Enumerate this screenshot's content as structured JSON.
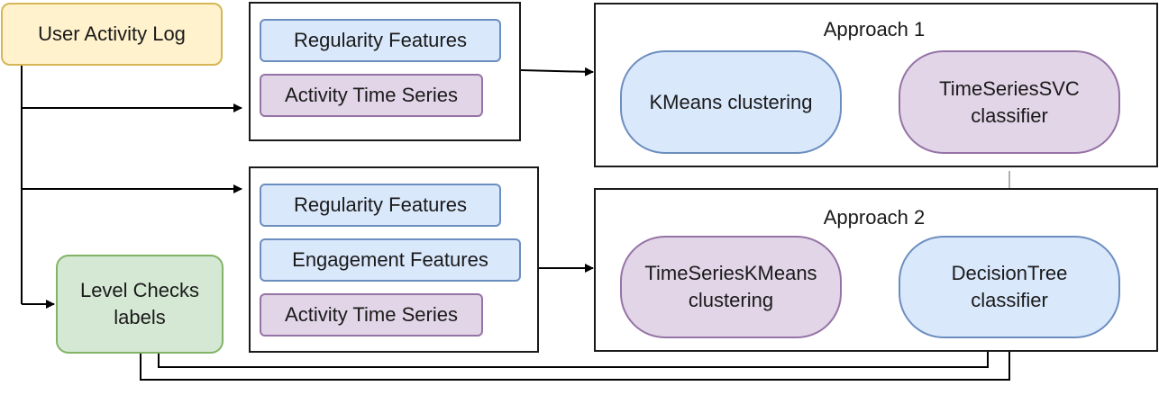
{
  "nodes": {
    "user_activity_log": "User Activity Log",
    "level_checks": {
      "line1": "Level Checks",
      "line2": "labels"
    },
    "group1": {
      "regularity": "Regularity Features",
      "activity": "Activity Time Series"
    },
    "group2": {
      "regularity": "Regularity Features",
      "engagement": "Engagement Features",
      "activity": "Activity Time Series"
    },
    "approach1": {
      "title": "Approach 1",
      "kmeans": "KMeans clustering",
      "svc": {
        "line1": "TimeSeriesSVC",
        "line2": "classifier"
      }
    },
    "approach2": {
      "title": "Approach 2",
      "tskmeans": {
        "line1": "TimeSeriesKMeans",
        "line2": "clustering"
      },
      "dtree": {
        "line1": "DecisionTree",
        "line2": "classifier"
      }
    }
  },
  "colors": {
    "yellow_fill": "#fff2cc",
    "green_fill": "#d5e8d4",
    "blue_fill": "#dae8fc",
    "purple_fill": "#e1d5e7",
    "line": "#000000"
  }
}
